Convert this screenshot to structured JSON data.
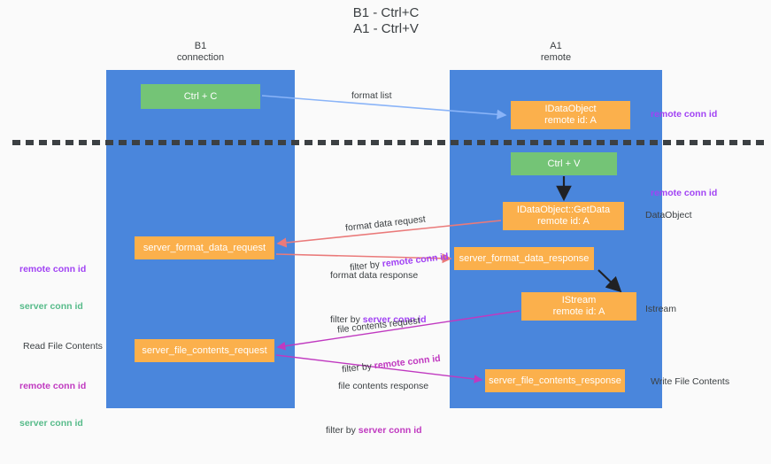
{
  "doc": {
    "title": "B1 - Ctrl+C\nA1 - Ctrl+V"
  },
  "lanes": [
    {
      "id": "b1",
      "title": "B1\nconnection",
      "color": "#4a86dc"
    },
    {
      "id": "a1",
      "title": "A1\nremote",
      "color": "#4a86dc"
    }
  ],
  "nodes": {
    "ctrl_c": {
      "label": "Ctrl + C",
      "color": "#74c476"
    },
    "dataobject": {
      "label": "IDataObject\nremote id: A",
      "color": "#fbb04c"
    },
    "ctrl_v": {
      "label": "Ctrl + V",
      "color": "#74c476"
    },
    "getdata": {
      "label": "IDataObject::GetData\nremote id: A",
      "color": "#fbb04c"
    },
    "server_format_data_request": {
      "label": "server_format_data_request",
      "color": "#fbb04c"
    },
    "server_format_data_response": {
      "label": "server_format_data_response",
      "color": "#fbb04c"
    },
    "istream": {
      "label": "IStream\nremote id: A",
      "color": "#fbb04c"
    },
    "server_file_contents_request": {
      "label": "server_file_contents_request",
      "color": "#fbb04c"
    },
    "server_file_contents_response": {
      "label": "server_file_contents_response",
      "color": "#fbb04c"
    }
  },
  "edges": {
    "format_list": "format list",
    "format_data_request": "format data request",
    "format_data_request_filter_prefix": "filter by ",
    "format_data_request_filter_key": "remote conn id",
    "format_data_response": "format data response",
    "format_data_response_filter_prefix": "filter by ",
    "format_data_response_filter_key": "server conn id",
    "file_contents_request": "file contents request",
    "file_contents_request_filter_prefix": "filter by ",
    "file_contents_request_filter_key": "remote conn id",
    "file_contents_response": "file contents response",
    "file_contents_response_filter_prefix": "filter by ",
    "file_contents_response_filter_key": "server conn id"
  },
  "annotations": {
    "right_remote_conn_id_top": "remote conn id",
    "right_remote_conn_id_mid": "remote conn id",
    "right_dataobject": "DataObject",
    "right_istream": "Istream",
    "right_write_file_contents": "Write File Contents",
    "left_read_file_contents": "Read File Contents",
    "left_remote_conn_id_1": "remote conn id",
    "left_server_conn_id_1": "server conn id",
    "left_remote_conn_id_2": "remote conn id",
    "left_server_conn_id_2": "server conn id"
  },
  "colors": {
    "lane": "#4a86dc",
    "node_green": "#74c476",
    "node_orange": "#fbb04c",
    "accent_purple": "#a142f4",
    "accent_magenta": "#c039c0",
    "accent_green": "#57bb8a",
    "arrow_blue": "#8ab4f8",
    "arrow_red": "#ea7a7a",
    "arrow_magenta": "#c039c0",
    "arrow_black": "#202124",
    "divider": "#3c4043",
    "background": "#fafafa"
  }
}
